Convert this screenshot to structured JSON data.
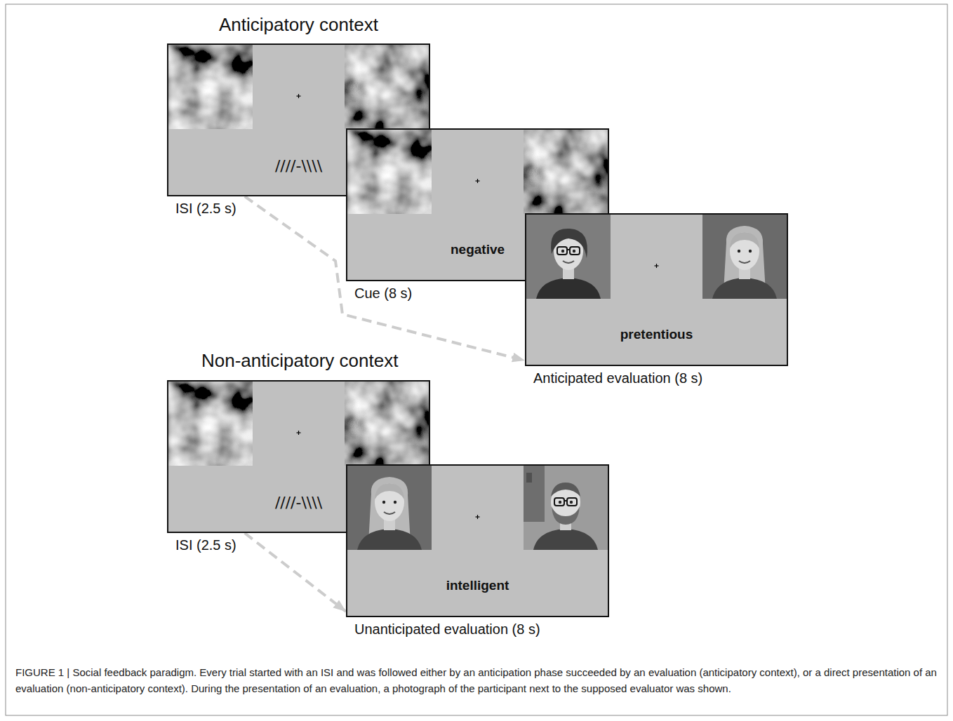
{
  "diagram": {
    "caption": "FIGURE 1 | Social feedback paradigm. Every trial started with an ISI and was followed either by an anticipation phase succeeded by an evaluation (anticipatory context), or a direct presentation of an evaluation (non-anticipatory context). During the presentation of an evaluation, a photograph of the participant next to the supposed evaluator was shown.",
    "nodes": [
      {
        "text": [
          "////-\\\\\\\\",
          "ISI (2.5 s)"
        ]
      },
      {
        "text": [
          "negative",
          "Cue (8 s)"
        ]
      },
      {
        "text": [
          "pretentious",
          "Anticipated evaluation (8 s)"
        ]
      },
      {
        "text": [
          "////-\\\\\\\\",
          "ISI (2.5 s)"
        ]
      },
      {
        "text": [
          "intelligent",
          "Unanticipated evaluation (8 s)"
        ]
      }
    ],
    "edges": [
      {
        "from": 0,
        "to": 2,
        "arrow": "to"
      },
      {
        "from": 3,
        "to": 4,
        "arrow": "to"
      }
    ],
    "labels": [
      "Anticipatory context",
      "Non-anticipatory context"
    ]
  }
}
